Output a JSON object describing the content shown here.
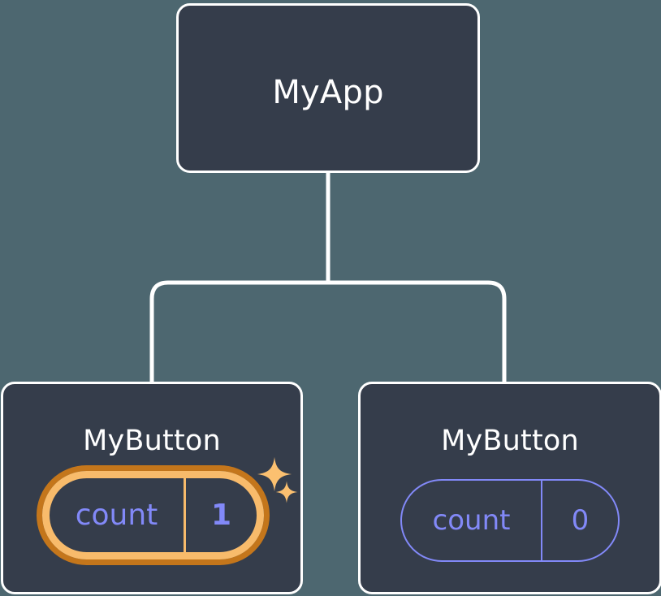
{
  "diagram": {
    "type": "component-tree",
    "background_color": "#4d6770",
    "node_fill_color": "#353d4b",
    "node_border_color": "#ffffff",
    "connector_color": "#ffffff",
    "accent_state_color": "#8289f8",
    "highlight_outer_color": "#c4761b",
    "highlight_inner_color": "#f8bb6b"
  },
  "root": {
    "title": "MyApp"
  },
  "children": [
    {
      "title": "MyButton",
      "highlighted": true,
      "state": {
        "key": "count",
        "value": "1"
      },
      "sparkles": [
        {
          "name": "sparkle-large"
        },
        {
          "name": "sparkle-small"
        }
      ]
    },
    {
      "title": "MyButton",
      "highlighted": false,
      "state": {
        "key": "count",
        "value": "0"
      }
    }
  ]
}
